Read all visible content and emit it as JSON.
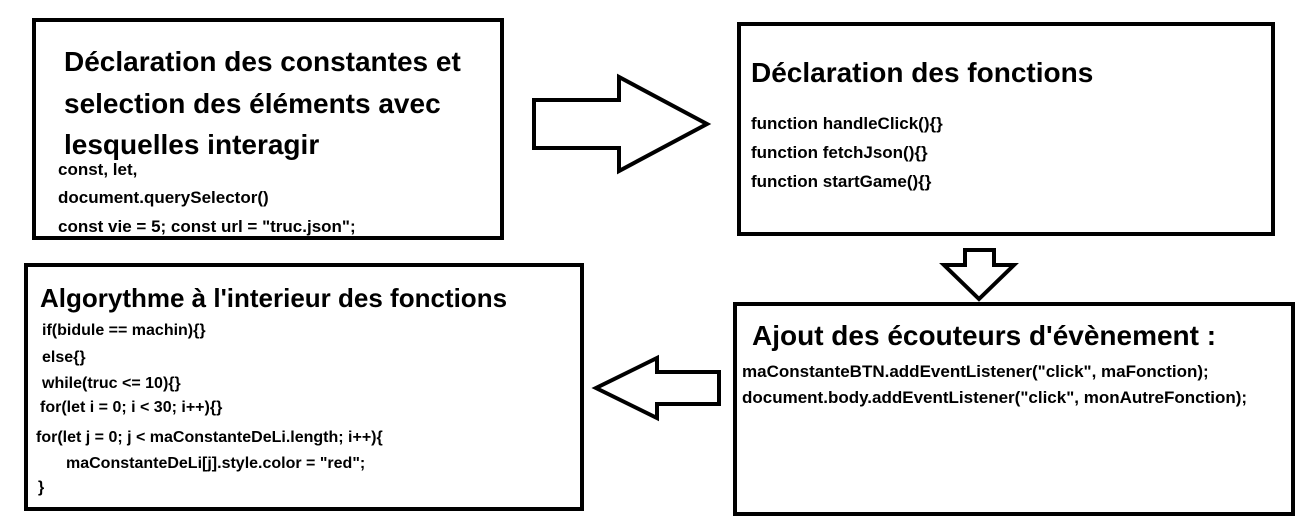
{
  "boxes": {
    "constants": {
      "title_lines": [
        "Déclaration des constantes et",
        "selection des éléments avec",
        "lesquelles interagir"
      ],
      "code": [
        "const, let,",
        "document.querySelector()",
        "const vie = 5; const url = \"truc.json\";"
      ]
    },
    "functions": {
      "title": "Déclaration des fonctions",
      "code": [
        "function handleClick(){}",
        "function fetchJson(){}",
        "function startGame(){}"
      ]
    },
    "listeners": {
      "title": "Ajout des écouteurs d'évènement :",
      "code": [
        "maConstanteBTN.addEventListener(\"click\", maFonction);",
        "document.body.addEventListener(\"click\", monAutreFonction);"
      ]
    },
    "algorithm": {
      "title": "Algorythme à l'interieur des fonctions",
      "code": [
        "if(bidule == machin){}",
        "else{}",
        "while(truc <= 10){}",
        "for(let i = 0; i < 30; i++){}",
        "for(let j = 0; j < maConstanteDeLi.length; i++){",
        "maConstanteDeLi[j].style.color = \"red\";",
        "}"
      ]
    }
  },
  "arrows": [
    "right-arrow",
    "down-arrow",
    "left-arrow"
  ]
}
